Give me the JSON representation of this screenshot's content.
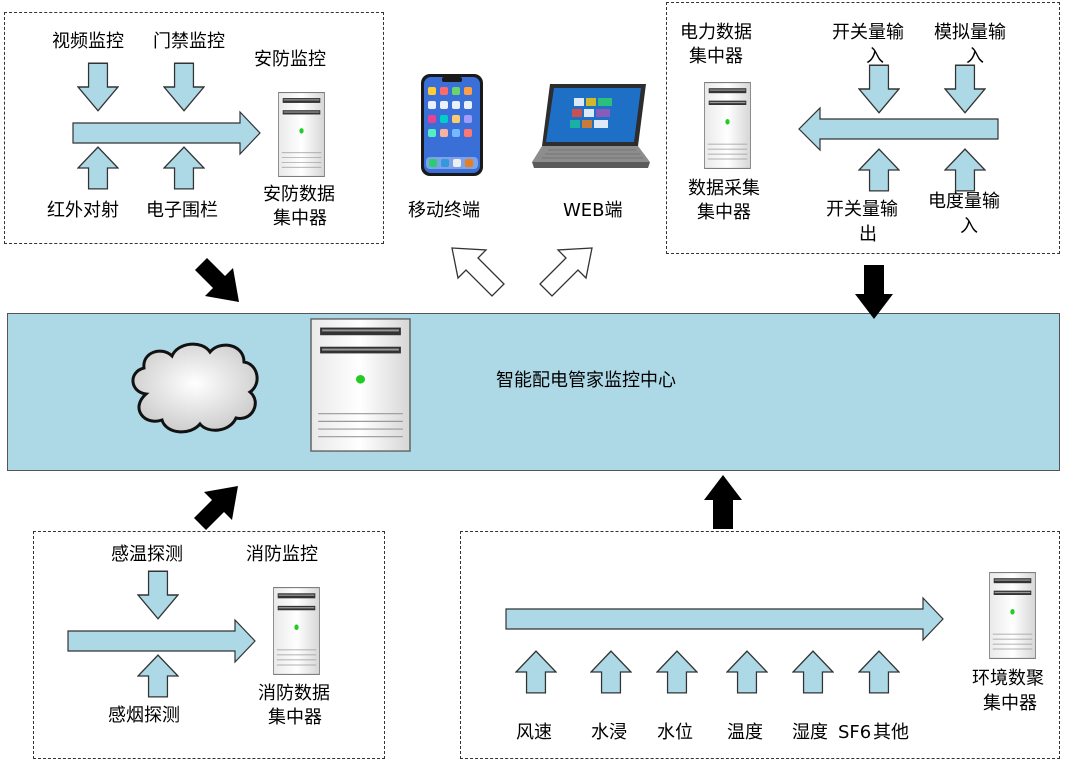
{
  "center": {
    "title": "智能配电管家监控中心"
  },
  "security": {
    "title": "安防监控",
    "in_top": [
      "视频监控",
      "门禁监控"
    ],
    "in_bottom": [
      "红外对射",
      "电子围栏"
    ],
    "concentrator_line1": "安防数据",
    "concentrator_line2": "集中器"
  },
  "clients": {
    "mobile": "移动终端",
    "web": "WEB端"
  },
  "power": {
    "title_line1": "电力数据",
    "title_line2": "集中器",
    "collector_line1": "数据采集",
    "collector_line2": "集中器",
    "in_top_a_line1": "开关量输",
    "in_top_a_line2": "入",
    "in_top_b_line1": "模拟量输",
    "in_top_b_line2": "入",
    "in_bot_a_line1": "开关量输",
    "in_bot_a_line2": "出",
    "in_bot_b_line1": "电度量输",
    "in_bot_b_line2": "入"
  },
  "fire": {
    "title": "消防监控",
    "in_top": "感温探测",
    "in_bottom": "感烟探测",
    "concentrator_line1": "消防数据",
    "concentrator_line2": "集中器"
  },
  "env": {
    "sensors": [
      "风速",
      "水浸",
      "水位",
      "温度",
      "湿度",
      "SF6",
      "其他"
    ],
    "concentrator_line1": "环境数聚",
    "concentrator_line2": "集中器"
  },
  "colors": {
    "arrow_fill": "#add8e6",
    "band": "#add8e6",
    "led": "#22cc22"
  }
}
